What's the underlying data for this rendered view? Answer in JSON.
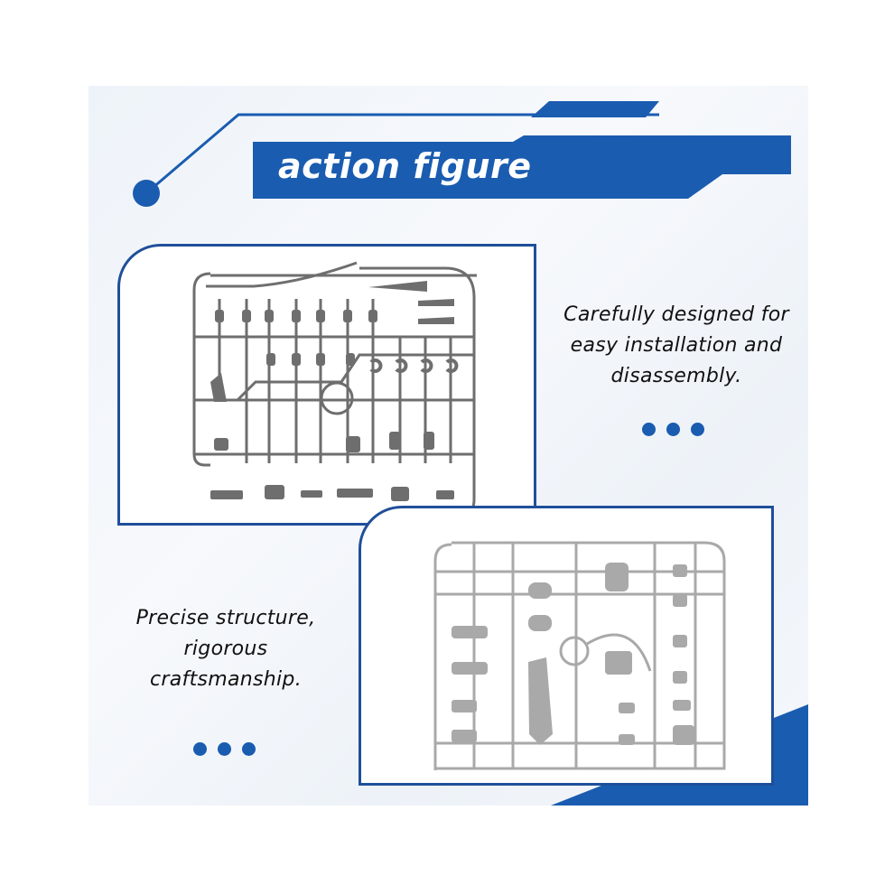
{
  "header": {
    "title": "action figure"
  },
  "captions": {
    "top_right": "Carefully designed for easy installation and disassembly.",
    "bottom_left": "Precise structure, rigorous craftsmanship."
  },
  "colors": {
    "accent_blue": "#1a5cb0",
    "panel_border": "#1f4f9a",
    "sprue_dark": "#6e6e6e",
    "sprue_light": "#a9a9a9"
  },
  "images": {
    "top_sprue": "dark-gray-weapon-sprue-image",
    "bottom_sprue": "light-gray-parts-sprue-image"
  }
}
